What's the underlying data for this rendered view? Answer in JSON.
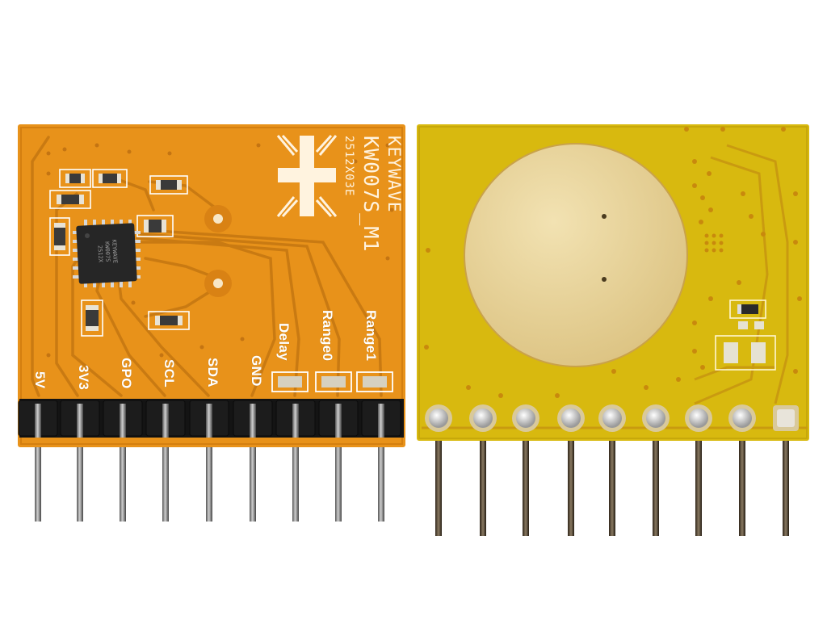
{
  "front_board": {
    "brand_lines": [
      "KEYWAVE",
      "KW007S_M1",
      "2512X03E"
    ],
    "chip_marking": [
      "KEYWAVE",
      "KW007S",
      "2512X"
    ],
    "pin_labels": [
      "5V",
      "3V3",
      "GPO",
      "SCL",
      "SDA",
      "GND",
      "Delay",
      "Range0",
      "Range1"
    ]
  },
  "colors": {
    "front_pcb": "#E8921A",
    "back_pcb": "#D8B90F",
    "pins": "#2B2B2B",
    "header": "#111111",
    "sensor_pad": "#EAD59B"
  },
  "icons": {
    "logo": "union-flag-icon"
  }
}
